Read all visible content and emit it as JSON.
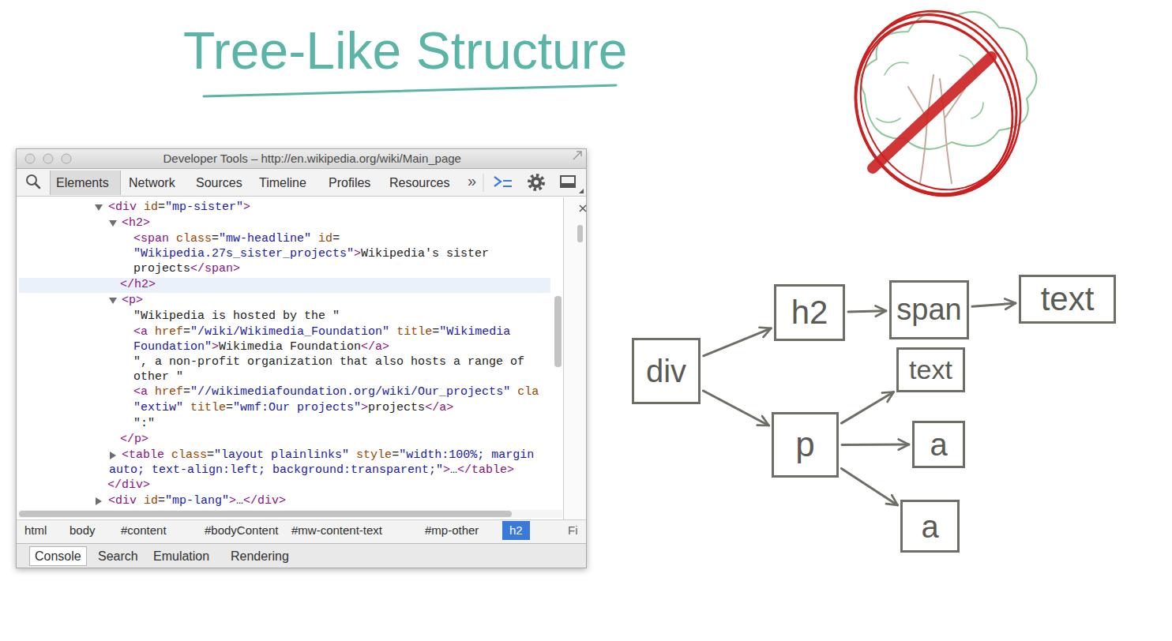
{
  "diagram": {
    "title": "Tree-Like Structure",
    "nodes": [
      {
        "text": [
          "div"
        ]
      },
      {
        "text": [
          "h2"
        ]
      },
      {
        "text": [
          "span"
        ]
      },
      {
        "text": [
          "text"
        ]
      },
      {
        "text": [
          "p"
        ]
      },
      {
        "text": [
          "text"
        ]
      },
      {
        "text": [
          "a"
        ]
      },
      {
        "text": [
          "a"
        ]
      }
    ],
    "edges": [
      {
        "from": 0,
        "to": 1,
        "arrow": "to"
      },
      {
        "from": 1,
        "to": 2,
        "arrow": "to"
      },
      {
        "from": 2,
        "to": 3,
        "arrow": "to"
      },
      {
        "from": 0,
        "to": 4,
        "arrow": "to"
      },
      {
        "from": 4,
        "to": 5,
        "arrow": "to"
      },
      {
        "from": 4,
        "to": 6,
        "arrow": "to"
      },
      {
        "from": 4,
        "to": 7,
        "arrow": "to"
      }
    ],
    "labels": [
      "Developer Tools – http://en.wikipedia.org/wiki/Main_page",
      "Elements",
      "Network",
      "Sources",
      "Timeline",
      "Profiles",
      "Resources",
      "»",
      "<div id=\"mp-sister\">",
      "<h2>",
      "<span class=\"mw-headline\" id=",
      "\"Wikipedia.27s_sister_projects\">Wikipedia's sister",
      "projects</span>",
      "</h2>",
      "<p>",
      "\"Wikipedia is hosted by the \"",
      "<a href=\"/wiki/Wikimedia_Foundation\" title=\"Wikimedia",
      "Foundation\">Wikimedia Foundation</a>",
      "\", a non-profit organization that also hosts a range of",
      "other \"",
      "<a href=\"//wikimediafoundation.org/wiki/Our_projects\" cla",
      "\"extiw\" title=\"wmf:Our projects\">projects</a>",
      "\":\"",
      "</p>",
      "<table class=\"layout plainlinks\" style=\"width:100%; margin",
      "auto; text-align:left; background:transparent;\">…</table>",
      "</div>",
      "<div id=\"mp-lang\">…</div>",
      "html",
      "body",
      "#content",
      "#bodyContent",
      "#mw-content-text",
      "#mp-other",
      "h2",
      "Console",
      "Search",
      "Emulation",
      "Rendering",
      "Fi"
    ]
  }
}
